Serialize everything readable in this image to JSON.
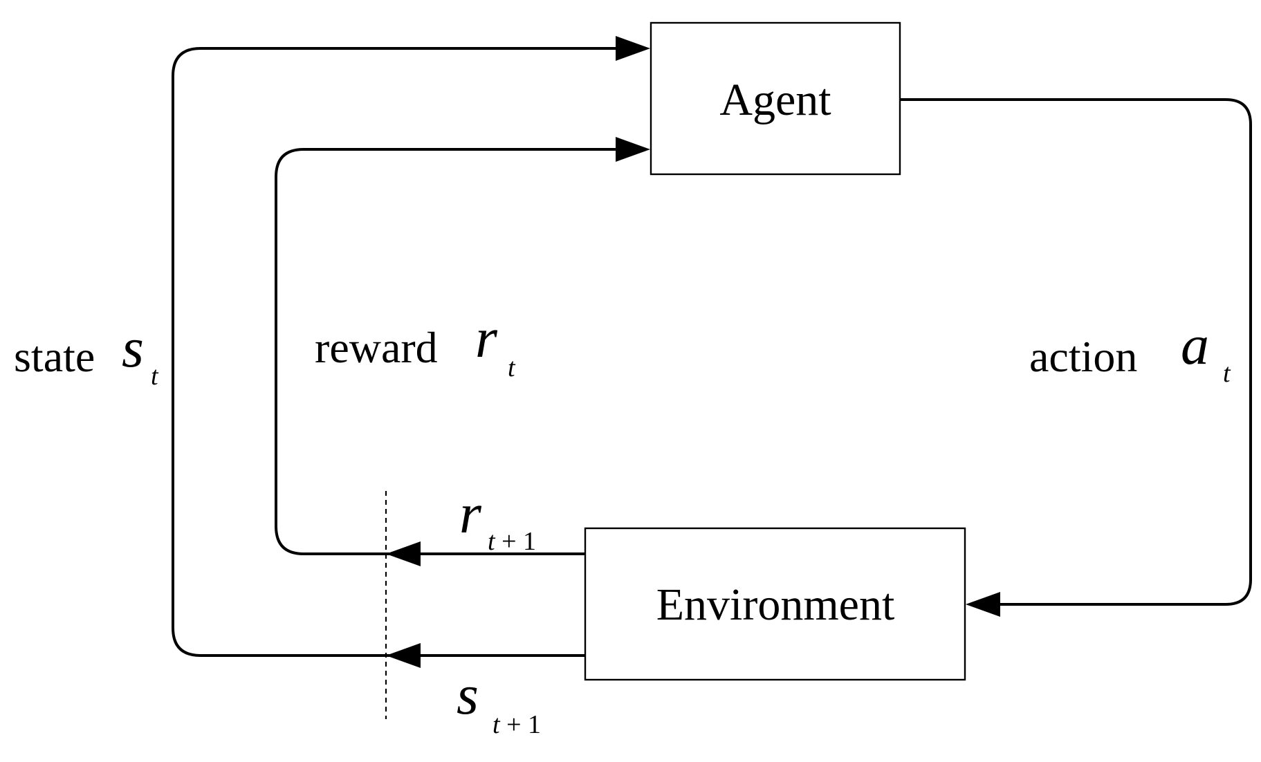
{
  "nodes": {
    "agent": {
      "label": "Agent"
    },
    "environment": {
      "label": "Environment"
    }
  },
  "edges": {
    "state": {
      "label": "state",
      "symbol": "s",
      "subscript": "t"
    },
    "reward": {
      "label": "reward",
      "symbol": "r",
      "subscript": "t"
    },
    "action": {
      "label": "action",
      "symbol": "a",
      "subscript": "t"
    },
    "next_reward": {
      "symbol": "r",
      "subscript_var": "t",
      "subscript_rest": " + 1"
    },
    "next_state": {
      "symbol": "s",
      "subscript_var": "t",
      "subscript_rest": " + 1"
    }
  },
  "colors": {
    "stroke": "#000000",
    "background": "#ffffff"
  }
}
